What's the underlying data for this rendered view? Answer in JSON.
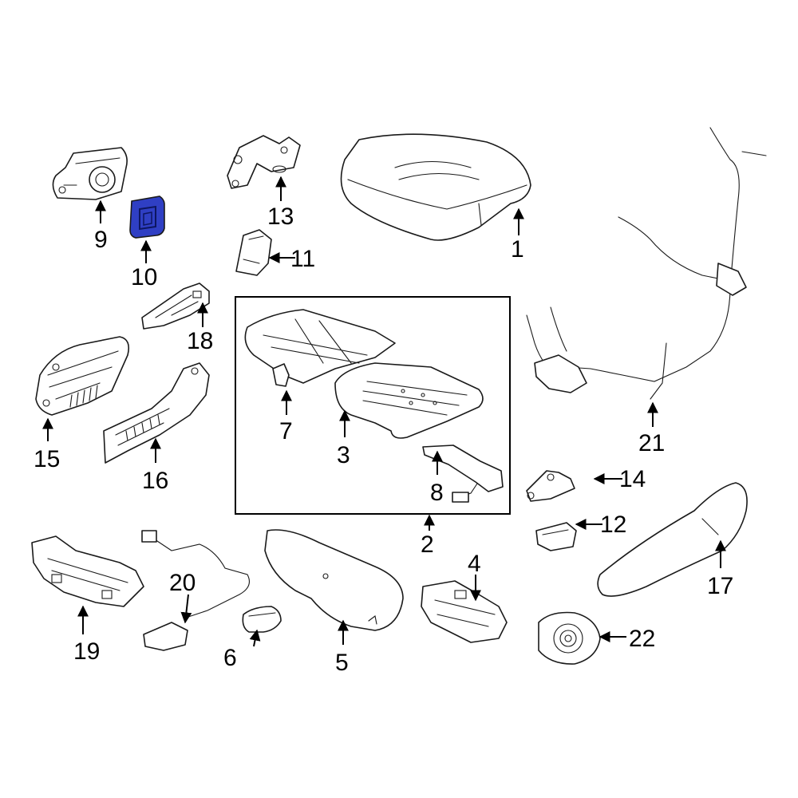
{
  "highlight_color": "#2f3fc4",
  "highlighted_part": "10",
  "callouts": {
    "c1": "1",
    "c2": "2",
    "c3": "3",
    "c4": "4",
    "c5": "5",
    "c6": "6",
    "c7": "7",
    "c8": "8",
    "c9": "9",
    "c10": "10",
    "c11": "11",
    "c12": "12",
    "c13": "13",
    "c14": "14",
    "c15": "15",
    "c16": "16",
    "c17": "17",
    "c18": "18",
    "c19": "19",
    "c20": "20",
    "c21": "21",
    "c22": "22"
  }
}
